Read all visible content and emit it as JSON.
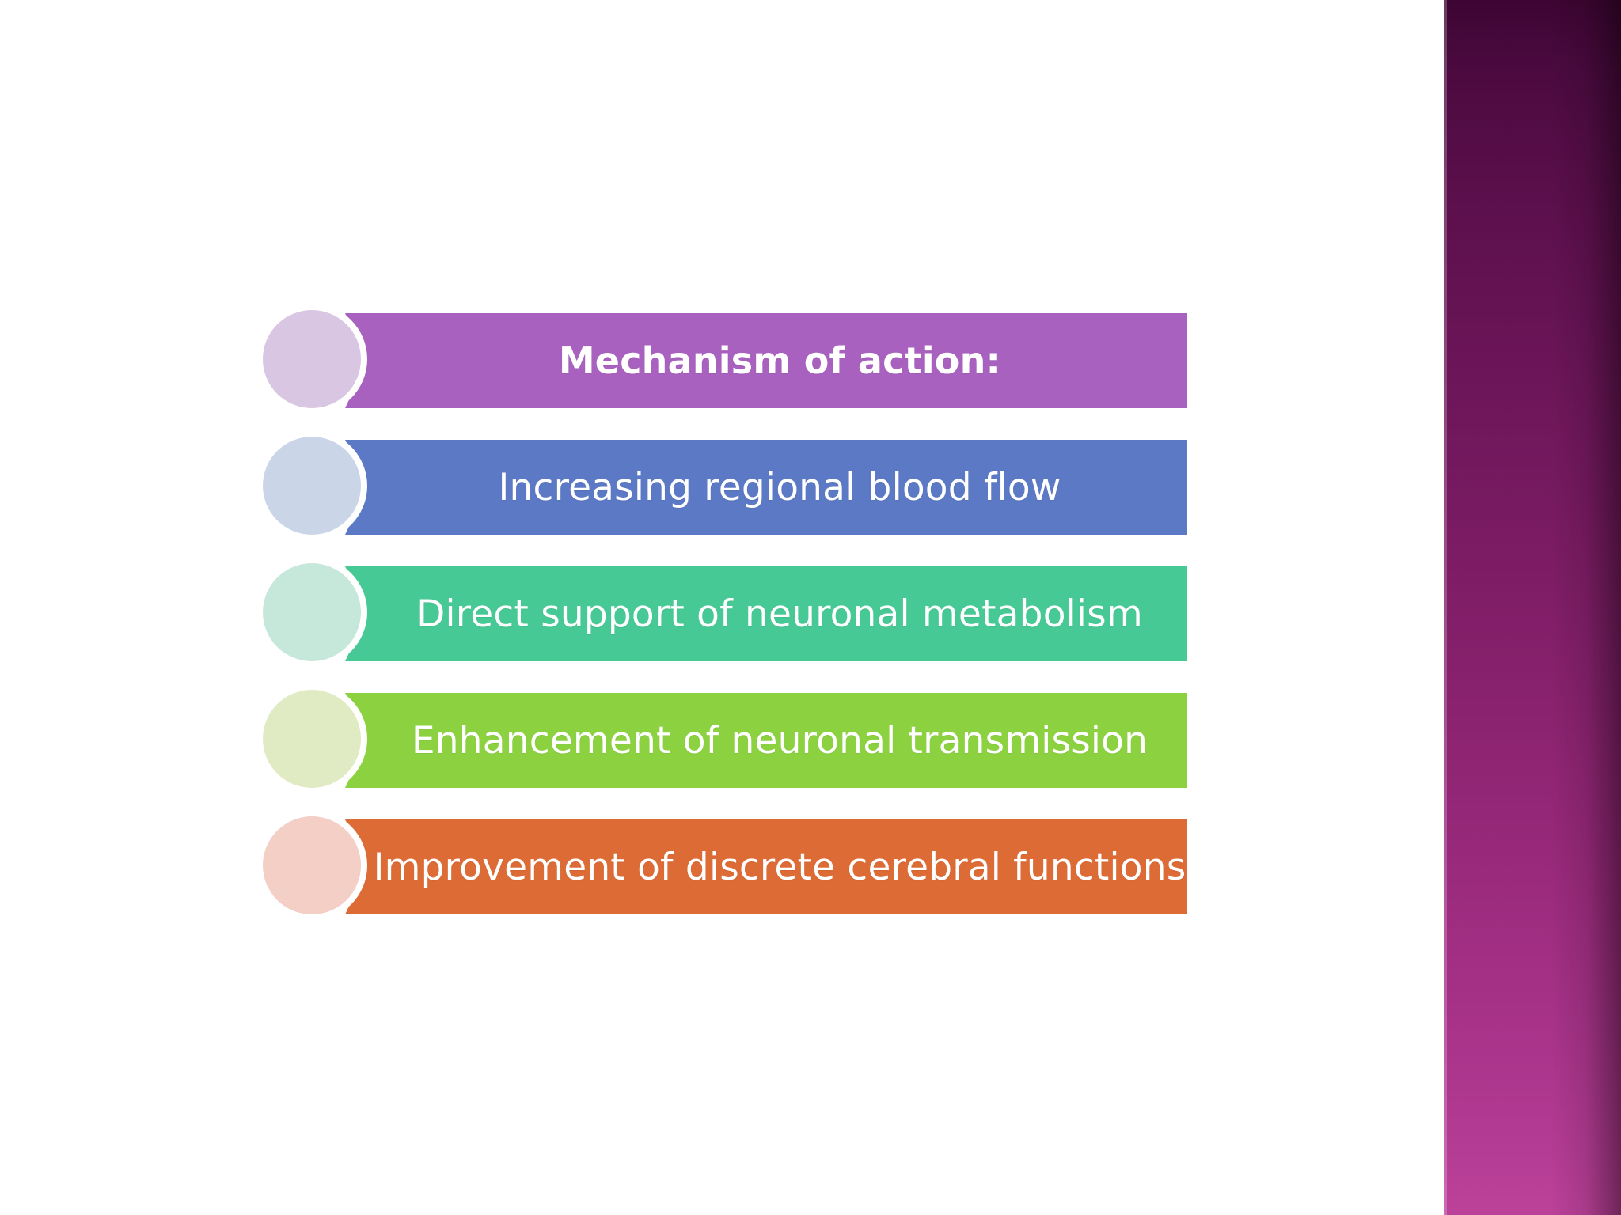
{
  "slide": {
    "background_color": "#ffffff",
    "side_strip": {
      "name": "decorative-side-strip",
      "gradient_top_color": "#3d0533",
      "gradient_bottom_color": "#bc4199"
    }
  },
  "chevron_list": {
    "items": [
      {
        "label": "Mechanism of action:",
        "bar_color": "#A961BF",
        "circle_color": "#D9C6E2",
        "text_color": "#FFFFFF",
        "bold": true
      },
      {
        "label": "Increasing regional blood flow",
        "bar_color": "#5B79C4",
        "circle_color": "#CBD5E8",
        "text_color": "#FFFFFF",
        "bold": false
      },
      {
        "label": "Direct support of neuronal metabolism",
        "bar_color": "#46C995",
        "circle_color": "#C6E8DA",
        "text_color": "#FFFFFF",
        "bold": false
      },
      {
        "label": "Enhancement of neuronal transmission",
        "bar_color": "#8BD140",
        "circle_color": "#E0EBC4",
        "text_color": "#FFFFFF",
        "bold": false
      },
      {
        "label": "Improvement of discrete cerebral functions",
        "bar_color": "#DD6B35",
        "circle_color": "#F3CFC6",
        "text_color": "#FFFFFF",
        "bold": false
      }
    ]
  }
}
